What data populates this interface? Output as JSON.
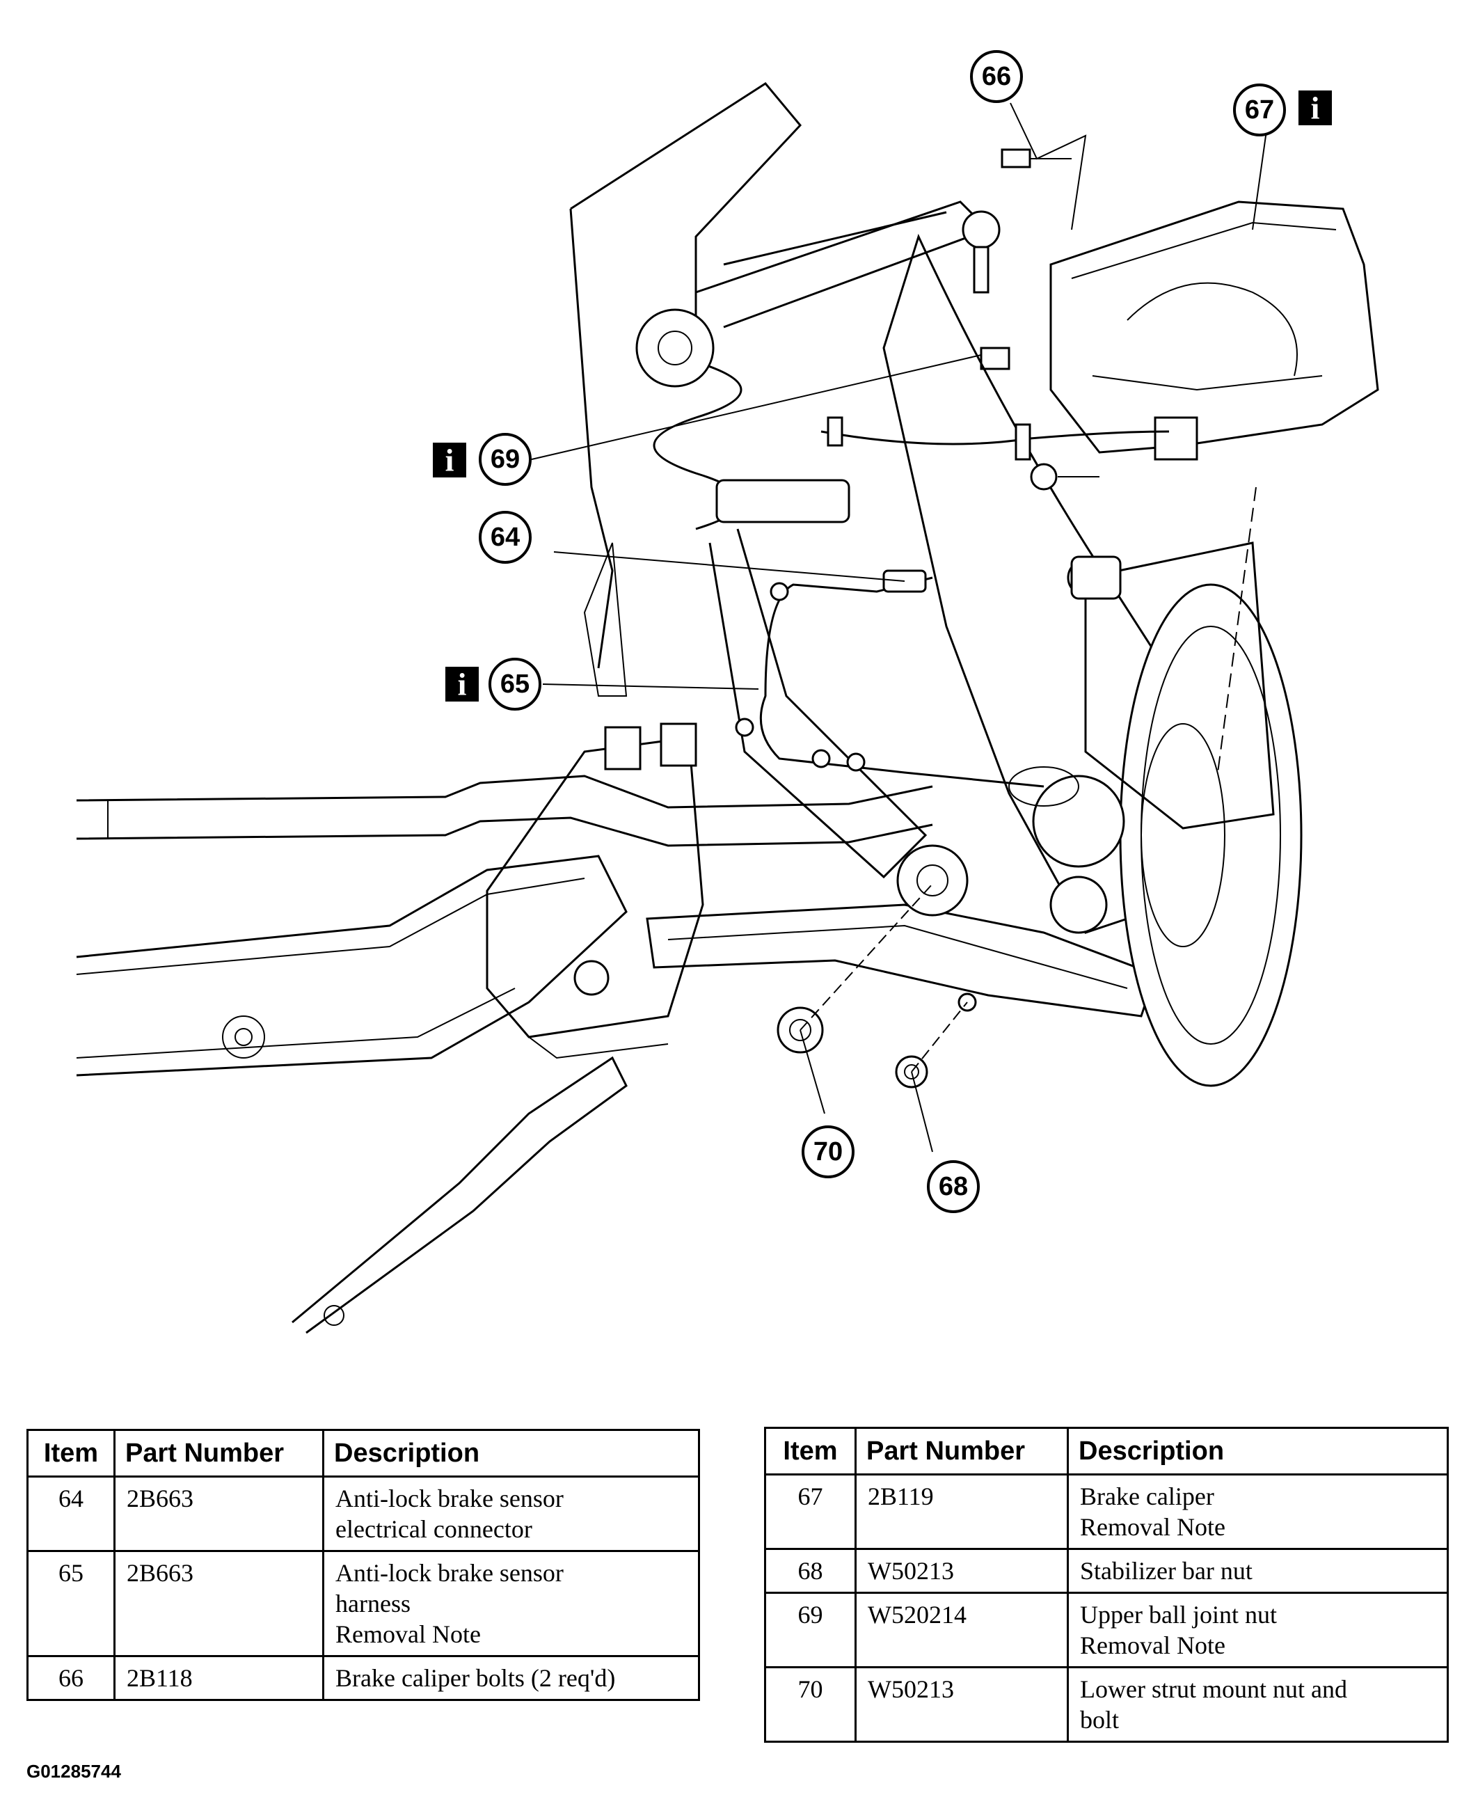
{
  "callouts": {
    "c64": "64",
    "c65": "65",
    "c66": "66",
    "c67": "67",
    "c68": "68",
    "c69": "69",
    "c70": "70"
  },
  "info_badge_glyph": "i",
  "tables": {
    "headers": {
      "item": "Item",
      "part_number": "Part Number",
      "description": "Description"
    },
    "left": [
      {
        "item": "64",
        "part_number": "2B663",
        "description": [
          "Anti-lock brake sensor",
          "electrical connector"
        ]
      },
      {
        "item": "65",
        "part_number": "2B663",
        "description": [
          "Anti-lock brake sensor",
          "harness",
          "Removal Note"
        ]
      },
      {
        "item": "66",
        "part_number": "2B118",
        "description": [
          "Brake caliper bolts (2 req'd)"
        ]
      }
    ],
    "right": [
      {
        "item": "67",
        "part_number": "2B119",
        "description": [
          "Brake caliper",
          "Removal Note"
        ]
      },
      {
        "item": "68",
        "part_number": "W50213",
        "description": [
          "Stabilizer bar nut"
        ]
      },
      {
        "item": "69",
        "part_number": "W520214",
        "description": [
          "Upper ball joint nut",
          "Removal Note"
        ]
      },
      {
        "item": "70",
        "part_number": "W50213",
        "description": [
          "Lower strut mount nut and",
          "bolt"
        ]
      }
    ]
  },
  "figure_code": "G01285744"
}
